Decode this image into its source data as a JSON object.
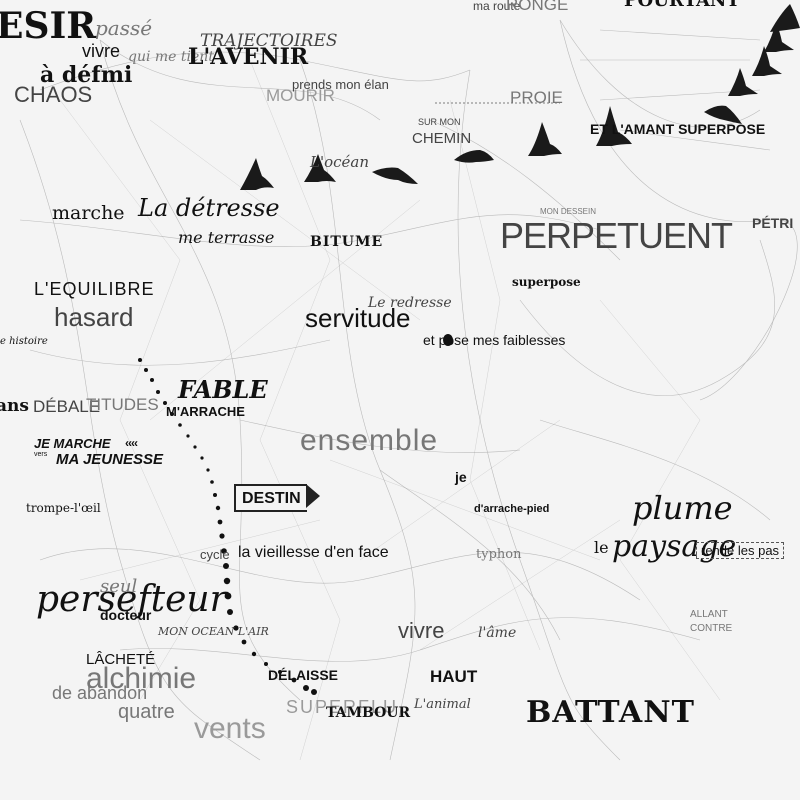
{
  "words": {
    "desir": "ESIR",
    "passe": "passé",
    "vivre": "vivre",
    "quimetient": "qui me tient",
    "trajectoires": "TRAJECTOIRES",
    "lavenir": "L'AVENIR",
    "adefmi": "à défmi",
    "chaos": "CHAOS",
    "prends_mon_elan": "prends mon élan",
    "mourir": "MOURIR",
    "proie": "PROIE",
    "surmon": "SUR MON",
    "chemin": "CHEMIN",
    "et_lamant_superpose": "ET L'AMANT SUPERPOSE",
    "locean": "L'océan",
    "marche": "marche",
    "la_detresse": "La détresse",
    "me_terrasse": "me terrasse",
    "bitume": "BITUME",
    "mondessein": "MON DESSEIN",
    "perpetuent": "PERPETUENT",
    "superpose": "superpose",
    "petri": "PÉTRI",
    "lequilibre": "L'EQUILIBRE",
    "hasard": "hasard",
    "servitude": "servitude",
    "le_redresse": "Le redresse",
    "histoire": "te histoire",
    "et_pose": "et pose mes faiblesses",
    "fable": "FABLE",
    "marrache": "M'ARRACHE",
    "ans": "ans",
    "debale": "DÉBALE",
    "attitudes": "TITUDES",
    "je_marche_vers": "JE MARCHE",
    "vers": "vers",
    "ma_jeunesse": "MA JEUNESSE",
    "ensemble": "ensemble",
    "je": "je",
    "destin": "DESTIN",
    "trompe_loeil": "trompe-l'œil",
    "darrache_pied": "d'arrache-pied",
    "plume": "plume",
    "le": "le",
    "paysage": "paysage",
    "rende_les_pas": "rende les pas",
    "cycle": "cycle",
    "la_vieillesse": "la vieillesse d'en face",
    "typhon": "typhon",
    "persefteur": "persefteur",
    "seul": "seul",
    "docteur": "docteur",
    "monoceaulair": "MON OCEAN L'AIR",
    "vivre2": "vivre",
    "ame": "l'âme",
    "allant": "ALLANT",
    "contre": "CONTRE",
    "lachete": "LÂCHETÉ",
    "alchimie": "alchimie",
    "de_abandon": "de abandon",
    "quatre": "quatre",
    "vents": "vents",
    "delaisse": "DÉLAISSE",
    "haut": "HAUT",
    "superflu": "SUPERFLU",
    "tambour": "TAMBOUR",
    "lanimal": "L'animal",
    "battant": "BATTANT",
    "ma_route": "ma route",
    "ronge": "RONGE",
    "pourtant": "POURTANT"
  },
  "colors": {
    "background": "#f4f4f4",
    "ink": "#111111",
    "web": "#8c8c8c",
    "faded": "#9a9a9a"
  },
  "icons": [
    "bird-icon",
    "arrow-sign-icon",
    "dotted-trail-icon"
  ]
}
